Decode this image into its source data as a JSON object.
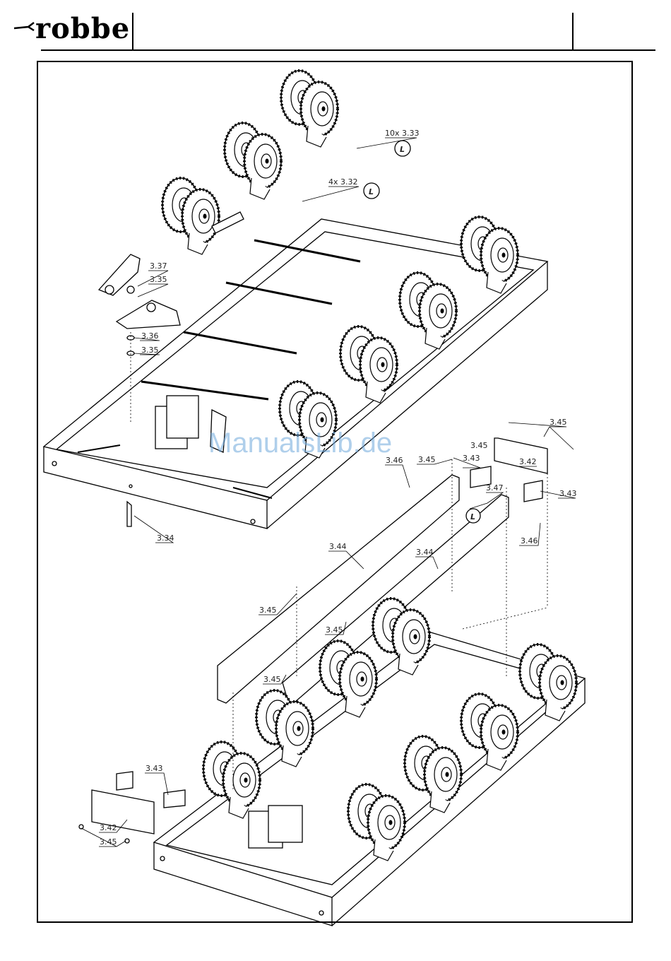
{
  "header": {
    "brand": "robbe"
  },
  "watermark": "ManualsLib.de",
  "callouts": [
    {
      "id": "c1",
      "text": "10x 3.33"
    },
    {
      "id": "c2",
      "text": "4x 3.32"
    },
    {
      "id": "c3",
      "text": "3.37"
    },
    {
      "id": "c4",
      "text": "3.35"
    },
    {
      "id": "c5",
      "text": "3.36"
    },
    {
      "id": "c6",
      "text": "3.35"
    },
    {
      "id": "c7",
      "text": "3.34"
    },
    {
      "id": "c8",
      "text": "3.45"
    },
    {
      "id": "c9",
      "text": "3.42"
    },
    {
      "id": "c10",
      "text": "3.43"
    },
    {
      "id": "c11",
      "text": "3.45"
    },
    {
      "id": "c12",
      "text": "3.45"
    },
    {
      "id": "c13",
      "text": "3.43"
    },
    {
      "id": "c14",
      "text": "3.46"
    },
    {
      "id": "c15",
      "text": "3.47"
    },
    {
      "id": "c16",
      "text": "3.46"
    },
    {
      "id": "c17",
      "text": "3.44"
    },
    {
      "id": "c18",
      "text": "3.44"
    },
    {
      "id": "c19",
      "text": "3.45"
    },
    {
      "id": "c20",
      "text": "3.45"
    },
    {
      "id": "c21",
      "text": "3.45"
    },
    {
      "id": "c22",
      "text": "3.43"
    },
    {
      "id": "c23",
      "text": "3.42"
    },
    {
      "id": "c24",
      "text": "3.45"
    }
  ],
  "loctite_marks": [
    "L",
    "L",
    "L"
  ]
}
